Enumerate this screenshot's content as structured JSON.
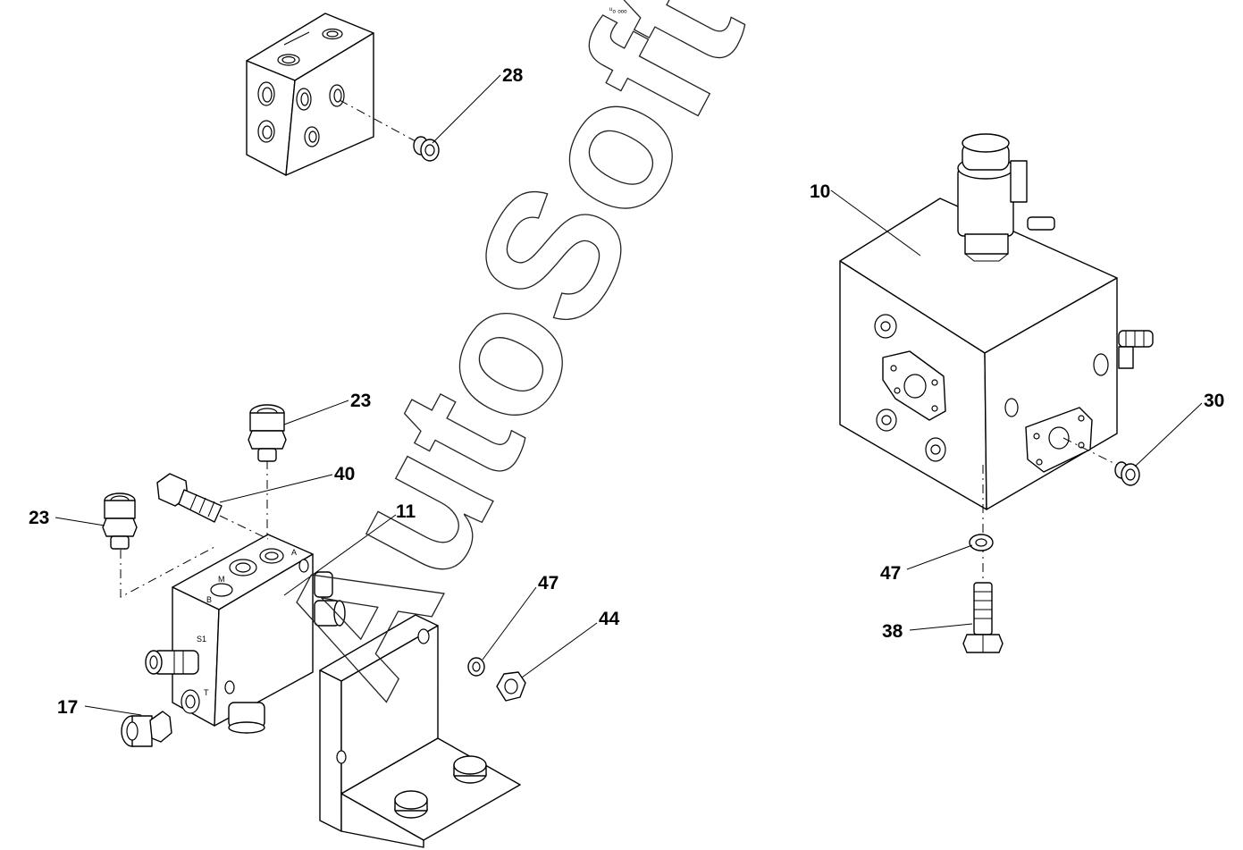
{
  "header": {
    "marker": "ᵘₒ ₒₒₒ"
  },
  "watermark": {
    "text": "AutoSoft"
  },
  "callouts": {
    "c28": "28",
    "c10": "10",
    "c23a": "23",
    "c23b": "23",
    "c40": "40",
    "c11": "11",
    "c30": "30",
    "c47a": "47",
    "c47b": "47",
    "c44": "44",
    "c38": "38",
    "c17": "17"
  },
  "valve_markings": {
    "a": "A",
    "b": "B",
    "m": "M",
    "t": "T",
    "s1": "S1"
  }
}
